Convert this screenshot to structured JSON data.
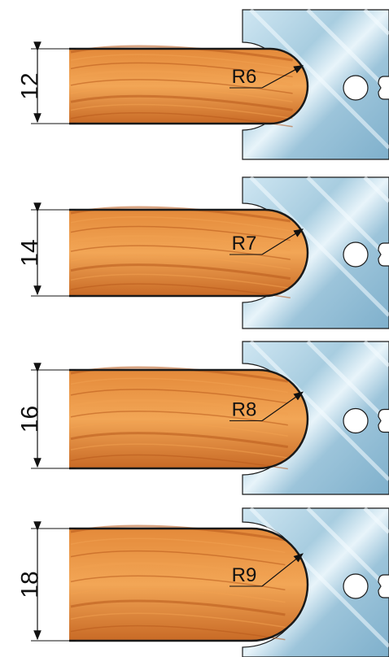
{
  "profiles": [
    {
      "height_label": "12",
      "radius_label": "R6"
    },
    {
      "height_label": "14",
      "radius_label": "R7"
    },
    {
      "height_label": "16",
      "radius_label": "R8"
    },
    {
      "height_label": "18",
      "radius_label": "R9"
    }
  ],
  "colors": {
    "wood_light": "#f0a050",
    "wood_mid": "#d8762a",
    "wood_dark": "#b85a1c",
    "steel_light": "#cfe6f2",
    "steel_mid": "#a8cde0",
    "steel_dark": "#7fb0cc",
    "outline": "#1a1a1a"
  }
}
